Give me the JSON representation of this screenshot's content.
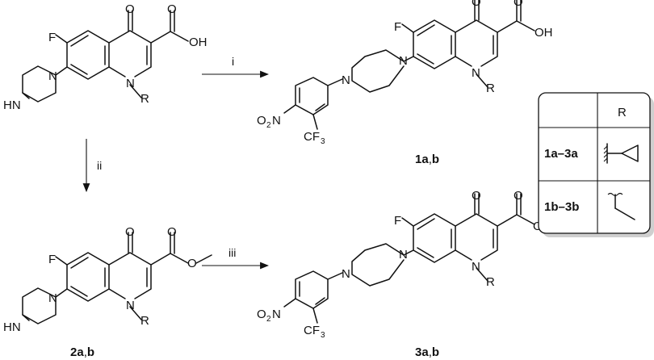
{
  "reaction_steps": {
    "step1": "i",
    "step2": "ii",
    "step3": "iii"
  },
  "compounds": {
    "c1": {
      "num": "1a",
      "sep": ",",
      "var": "b"
    },
    "c2": {
      "num": "2a",
      "sep": ",",
      "var": "b"
    },
    "c3": {
      "num": "3a",
      "sep": ",",
      "var": "b"
    }
  },
  "atoms": {
    "F": "F",
    "O": "O",
    "OH": "OH",
    "N": "N",
    "HN": "HN",
    "R": "R",
    "O2N_main": "O",
    "O2N_sub": "2",
    "O2N_tail": "N",
    "CF3_main": "CF",
    "CF3_sub": "3"
  },
  "table": {
    "header_r": "R",
    "rows": [
      {
        "label": "1a–3a",
        "substituent": "cyclopropyl"
      },
      {
        "label": "1b–3b",
        "substituent": "ethyl"
      }
    ]
  }
}
